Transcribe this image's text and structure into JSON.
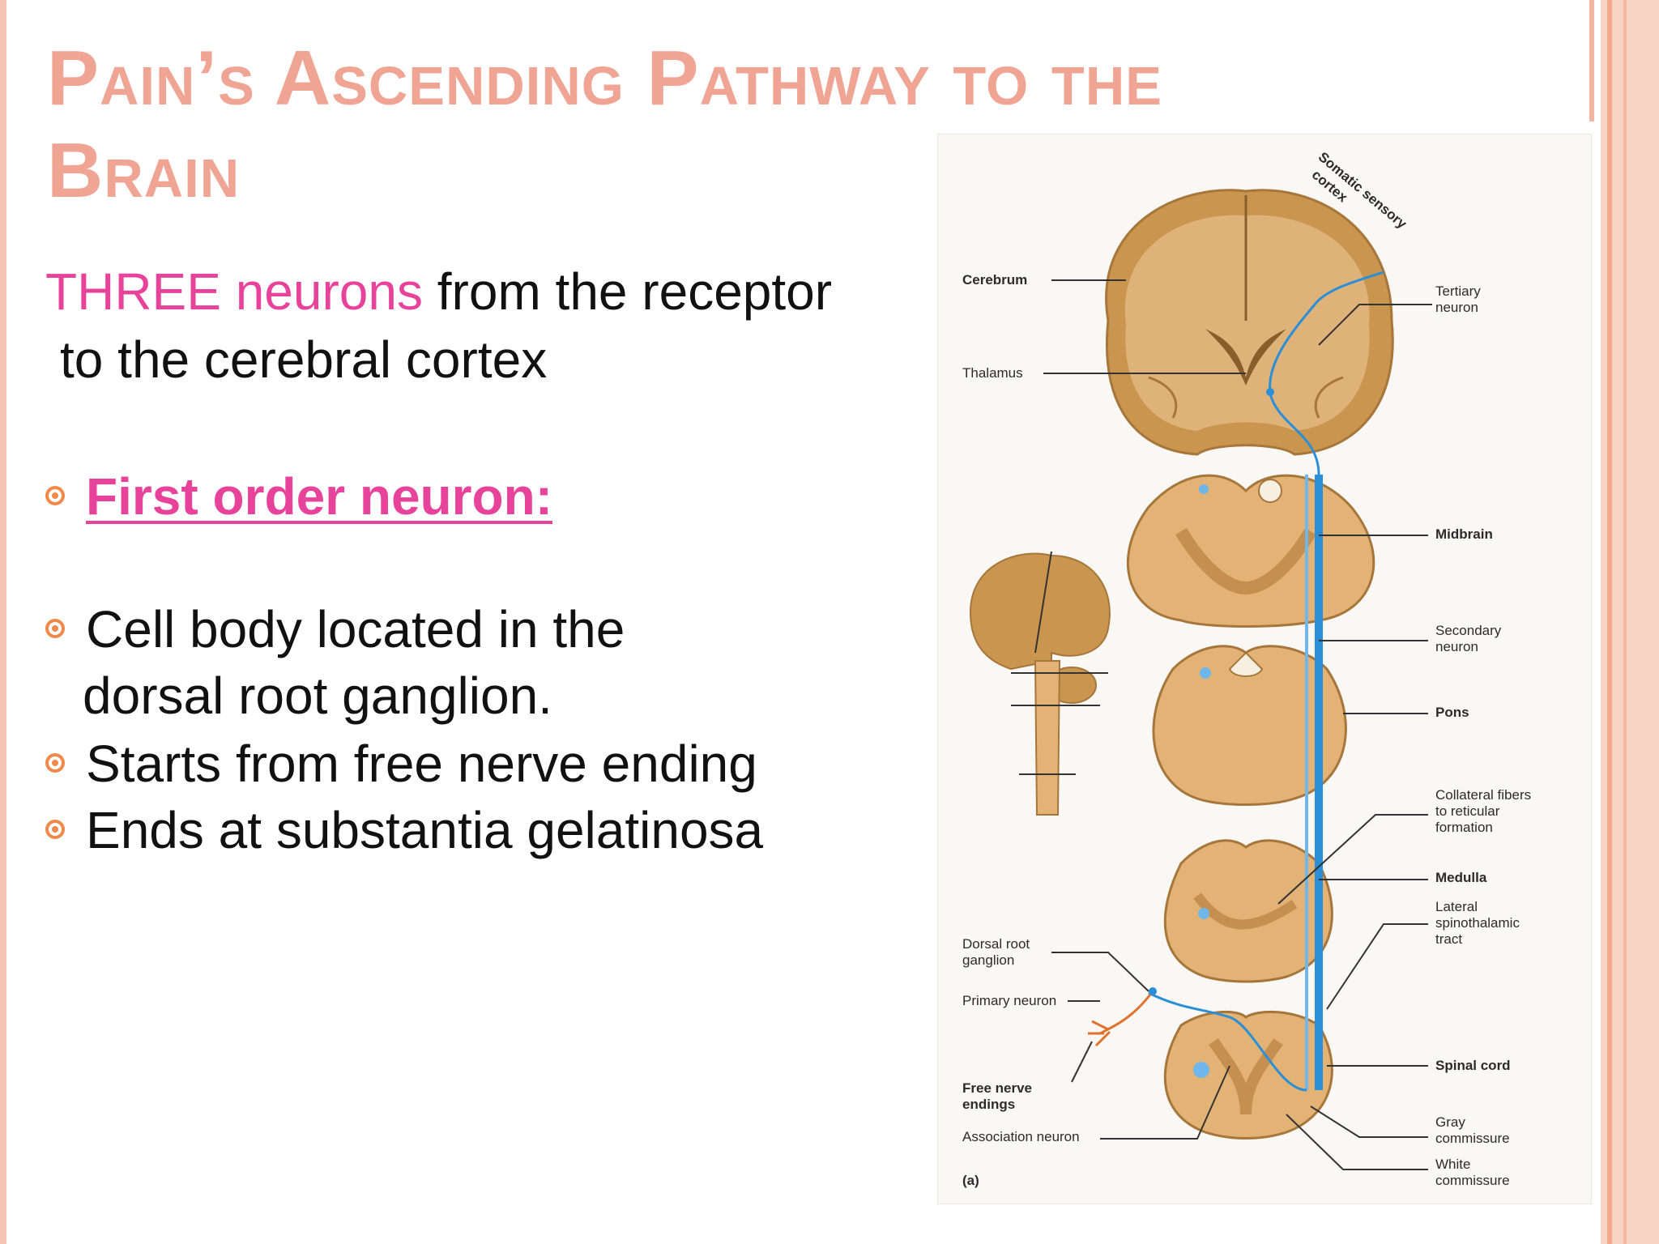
{
  "slide": {
    "title_line1": "Pain’s Ascending Pathway to the",
    "title_line2": "Brain"
  },
  "intro": {
    "highlight": "THREE neurons",
    "rest": " from the receptor",
    "line2": "to the cerebral cortex"
  },
  "bullets": [
    {
      "text": "First order neuron:",
      "style": "heading"
    },
    {
      "text": "Cell body located in the",
      "continuation": "dorsal root ganglion."
    },
    {
      "text": "Starts from free nerve ending"
    },
    {
      "text": "Ends at substantia gelatinosa"
    }
  ],
  "figure": {
    "labels_left": {
      "cerebrum": "Cerebrum",
      "thalamus": "Thalamus",
      "drg_1": "Dorsal root",
      "drg_2": "ganglion",
      "primary": "Primary neuron",
      "free_1": "Free nerve",
      "free_2": "endings",
      "association": "Association neuron",
      "panel": "(a)"
    },
    "labels_right": {
      "somatic_1": "Somatic sensory",
      "somatic_2": "cortex",
      "tertiary_1": "Tertiary",
      "tertiary_2": "neuron",
      "midbrain": "Midbrain",
      "secondary_1": "Secondary",
      "secondary_2": "neuron",
      "pons": "Pons",
      "collateral_1": "Collateral fibers",
      "collateral_2": "to reticular",
      "collateral_3": "formation",
      "medulla": "Medulla",
      "lst_1": "Lateral",
      "lst_2": "spinothalamic",
      "lst_3": "tract",
      "spinal": "Spinal cord",
      "gray_1": "Gray",
      "gray_2": "commissure",
      "white_1": "White",
      "white_2": "commissure"
    }
  },
  "colors": {
    "title": "#f0a494",
    "highlight": "#e8439a",
    "bullet": "#f08a4b",
    "tissue": "#e3b275",
    "neuron": "#2a8fd6"
  }
}
